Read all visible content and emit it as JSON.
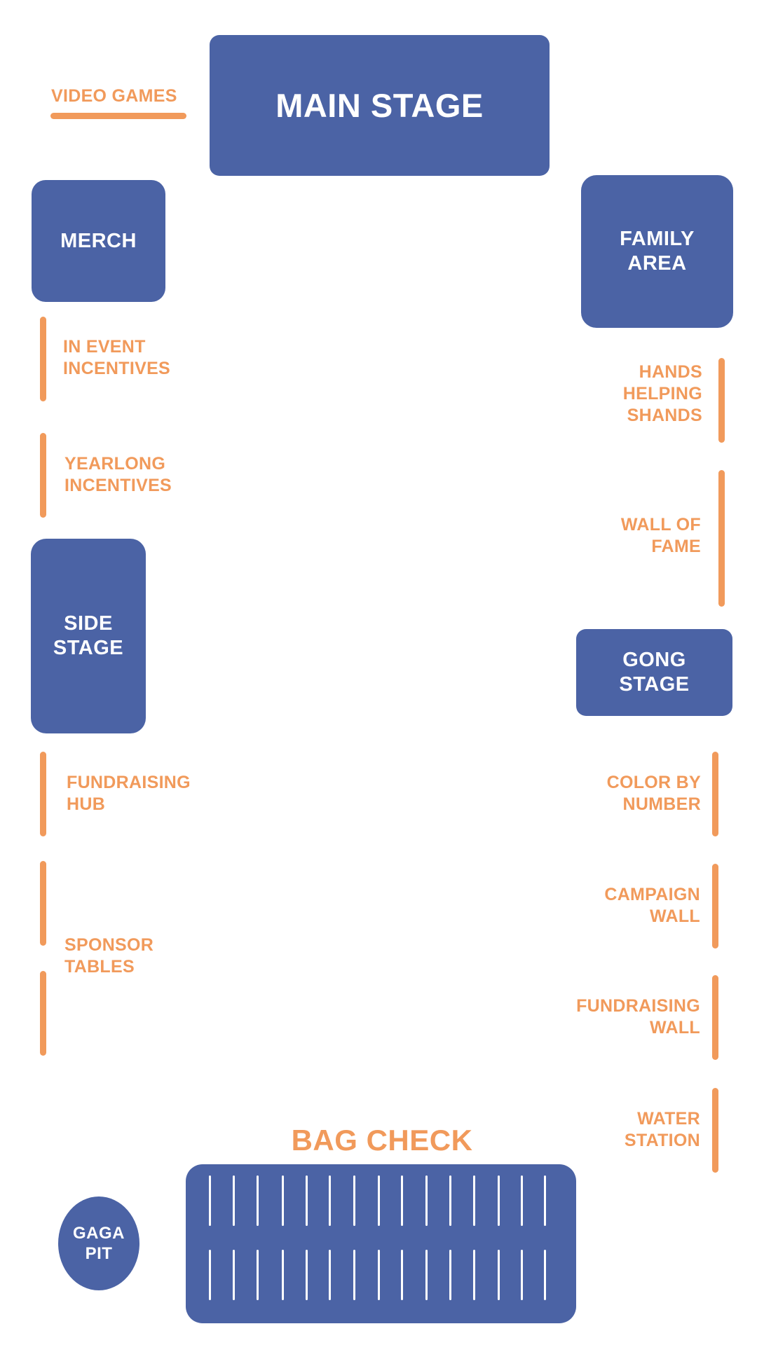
{
  "colors": {
    "stage_fill": "#4b63a5",
    "label_text": "#f19a5b",
    "divider": "#f19a5b",
    "background": "#ffffff"
  },
  "areas": {
    "main_stage": "MAIN STAGE",
    "merch": "MERCH",
    "family_area": "FAMILY\nAREA",
    "side_stage": "SIDE\nSTAGE",
    "gong_stage": "GONG\nSTAGE",
    "gaga_pit": "GAGA\nPIT",
    "bag_check_title": "BAG CHECK"
  },
  "left_labels": {
    "video_games": "VIDEO GAMES",
    "in_event_incentives": "IN EVENT\nINCENTIVES",
    "yearlong_incentives": "YEARLONG\nINCENTIVES",
    "fundraising_hub": "FUNDRAISING\nHUB",
    "sponsor_tables": "SPONSOR\nTABLES"
  },
  "right_labels": {
    "hands_helping_shands": "HANDS\nHELPING\nSHANDS",
    "wall_of_fame": "WALL OF\nFAME",
    "color_by_number": "COLOR BY\nNUMBER",
    "campaign_wall": "CAMPAIGN\nWALL",
    "fundraising_wall": "FUNDRAISING\nWALL",
    "water_station": "WATER\nSTATION"
  }
}
